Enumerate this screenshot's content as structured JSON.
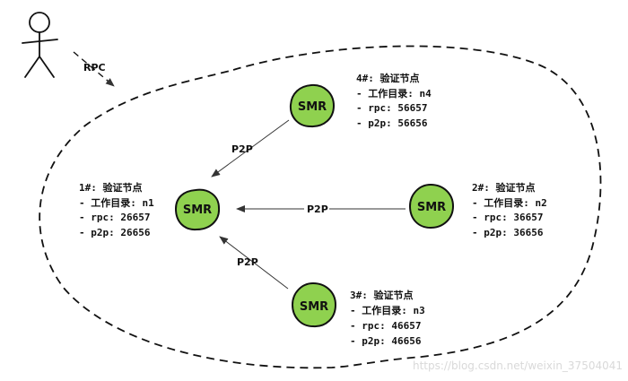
{
  "actor": {
    "label": "RPC"
  },
  "edge_label": "P2P",
  "nodes": [
    {
      "key": "center",
      "label": "SMR",
      "info": [
        "1#: 验证节点",
        "- 工作目录: n1",
        "- rpc: 26657",
        "- p2p: 26656"
      ]
    },
    {
      "key": "top",
      "label": "SMR",
      "info": [
        "4#: 验证节点",
        "- 工作目录: n4",
        "- rpc: 56657",
        "- p2p: 56656"
      ]
    },
    {
      "key": "right",
      "label": "SMR",
      "info": [
        "2#: 验证节点",
        "- 工作目录: n2",
        "- rpc: 36657",
        "- p2p: 36656"
      ]
    },
    {
      "key": "bottom",
      "label": "SMR",
      "info": [
        "3#: 验证节点",
        "- 工作目录: n3",
        "- rpc: 46657",
        "- p2p: 46656"
      ]
    }
  ],
  "watermark": "https://blog.csdn.net/weixin_37504041",
  "colors": {
    "node_fill": "#8fd14f",
    "outline": "#111111",
    "edge": "#333333"
  }
}
